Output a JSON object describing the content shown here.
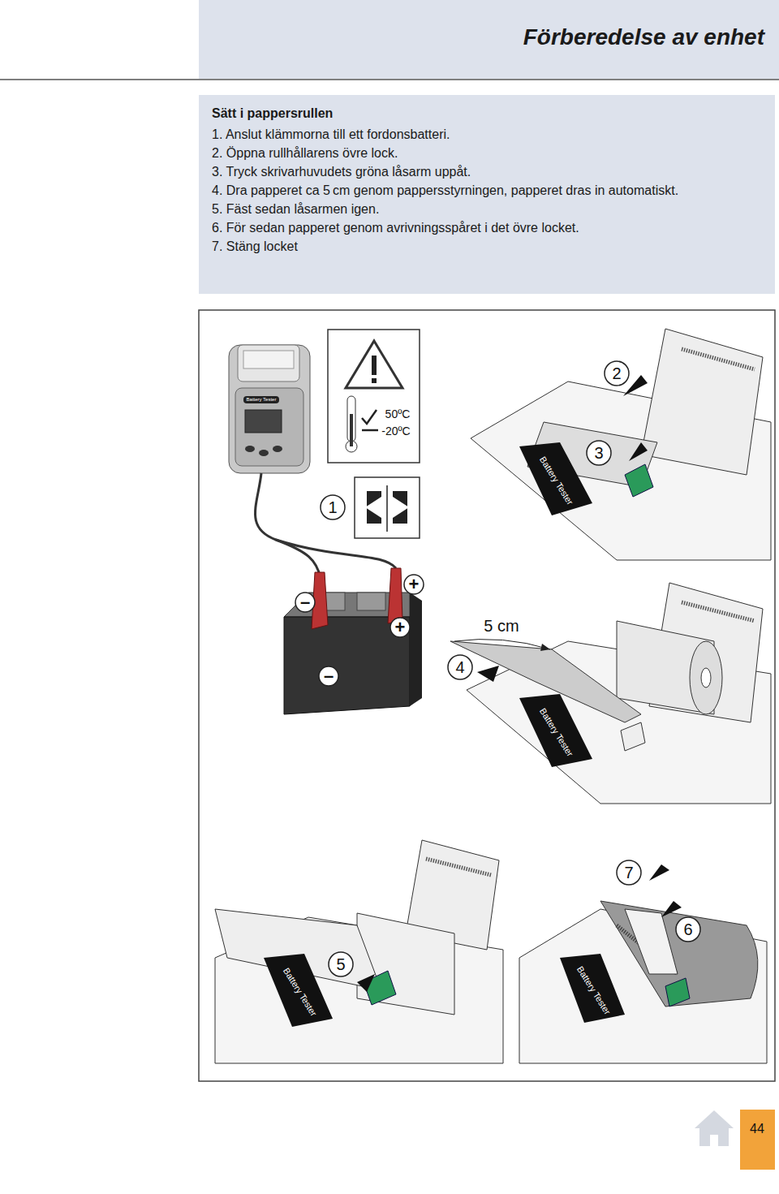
{
  "diagram": {
    "title": "Förberedelse av enhet",
    "nodes": [
      {
        "text": [
          "Sätt i pappersrullen",
          "1. Anslut klämmorna till ett fordonsbatteri.",
          "2. Öppna rullhållarens övre lock.",
          "3. Tryck skrivarhuvudets gröna låsarm uppåt.",
          "4. Dra papperet ca 5 cm genom pappersstyrningen, papperet dras in automatiskt.",
          "5. Fäst sedan låsarmen igen.",
          "6. För sedan papperet genom avrivningsspåret i det övre locket.",
          "7. Stäng locket"
        ]
      }
    ],
    "labels": [
      "Battery Tester",
      "2",
      "50ºC",
      "-20ºC",
      "3",
      "Battery Tester",
      "1",
      "+",
      "–",
      "+",
      "5 cm",
      "4",
      "–",
      "Battery Tester",
      "7",
      "6",
      "5",
      "Battery Tester",
      "Battery Tester",
      "44"
    ]
  }
}
